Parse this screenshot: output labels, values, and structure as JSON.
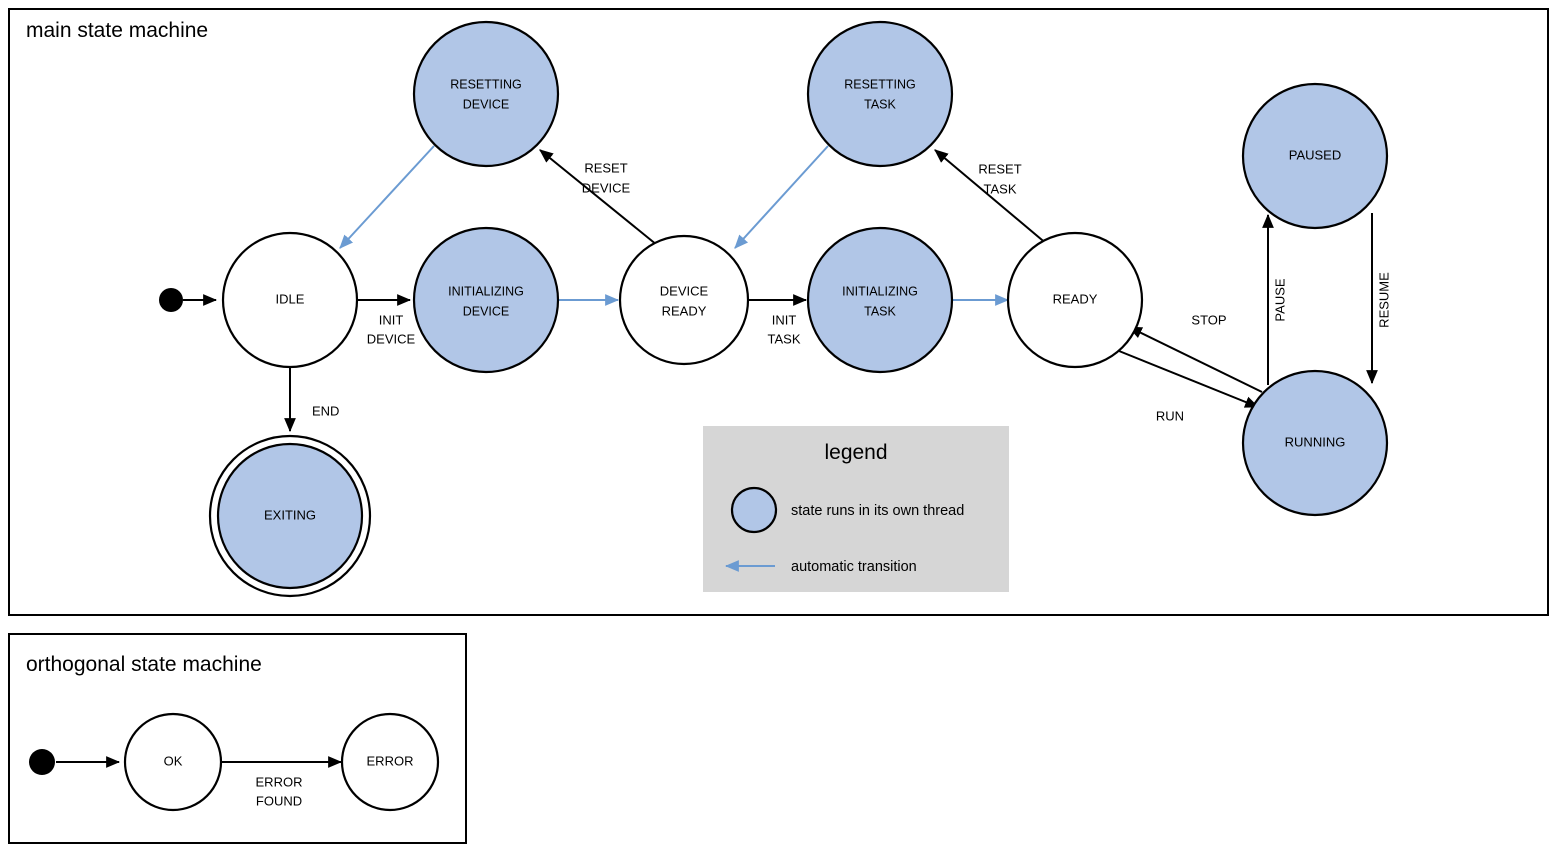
{
  "colors": {
    "thread_state_fill": "#b1c6e7",
    "plain_state_fill": "#ffffff",
    "stroke": "#000000",
    "auto_transition": "#6b9bd2",
    "legend_background": "#d6d6d6",
    "page_background": "#ffffff"
  },
  "main_machine": {
    "title": "main state machine",
    "states": [
      {
        "id": "idle",
        "label_line1": "IDLE",
        "label_line2": "",
        "thread": false,
        "final": false
      },
      {
        "id": "resetting-device",
        "label_line1": "RESETTING",
        "label_line2": "DEVICE",
        "thread": true,
        "final": false
      },
      {
        "id": "initializing-device",
        "label_line1": "INITIALIZING",
        "label_line2": "DEVICE",
        "thread": true,
        "final": false
      },
      {
        "id": "device-ready",
        "label_line1": "DEVICE",
        "label_line2": "READY",
        "thread": false,
        "final": false
      },
      {
        "id": "resetting-task",
        "label_line1": "RESETTING",
        "label_line2": "TASK",
        "thread": true,
        "final": false
      },
      {
        "id": "initializing-task",
        "label_line1": "INITIALIZING",
        "label_line2": "TASK",
        "thread": true,
        "final": false
      },
      {
        "id": "ready",
        "label_line1": "READY",
        "label_line2": "",
        "thread": false,
        "final": false
      },
      {
        "id": "paused",
        "label_line1": "PAUSED",
        "label_line2": "",
        "thread": true,
        "final": false
      },
      {
        "id": "running",
        "label_line1": "RUNNING",
        "label_line2": "",
        "thread": true,
        "final": false
      },
      {
        "id": "exiting",
        "label_line1": "EXITING",
        "label_line2": "",
        "thread": true,
        "final": true
      }
    ],
    "transitions": [
      {
        "id": "start-to-idle",
        "label_line1": "",
        "label_line2": "",
        "automatic": false
      },
      {
        "id": "idle-to-initializing-device",
        "label_line1": "INIT",
        "label_line2": "DEVICE",
        "automatic": false
      },
      {
        "id": "idle-to-exiting",
        "label_line1": "END",
        "label_line2": "",
        "automatic": false
      },
      {
        "id": "resetting-device-to-idle",
        "label_line1": "",
        "label_line2": "",
        "automatic": true
      },
      {
        "id": "initializing-device-to-device-ready",
        "label_line1": "",
        "label_line2": "",
        "automatic": true
      },
      {
        "id": "device-ready-to-resetting-device",
        "label_line1": "RESET",
        "label_line2": "DEVICE",
        "automatic": false
      },
      {
        "id": "device-ready-to-initializing-task",
        "label_line1": "INIT",
        "label_line2": "TASK",
        "automatic": false
      },
      {
        "id": "resetting-task-to-device-ready",
        "label_line1": "",
        "label_line2": "",
        "automatic": true
      },
      {
        "id": "initializing-task-to-ready",
        "label_line1": "",
        "label_line2": "",
        "automatic": true
      },
      {
        "id": "ready-to-resetting-task",
        "label_line1": "RESET",
        "label_line2": "TASK",
        "automatic": false
      },
      {
        "id": "ready-to-running",
        "label_line1": "RUN",
        "label_line2": "",
        "automatic": false
      },
      {
        "id": "running-to-ready",
        "label_line1": "STOP",
        "label_line2": "",
        "automatic": false
      },
      {
        "id": "running-to-paused",
        "label_line1": "PAUSE",
        "label_line2": "",
        "automatic": false
      },
      {
        "id": "paused-to-running",
        "label_line1": "RESUME",
        "label_line2": "",
        "automatic": false
      }
    ]
  },
  "legend": {
    "title": "legend",
    "thread_entry_label": "state runs in its own thread",
    "auto_entry_label": "automatic transition"
  },
  "orthogonal_machine": {
    "title": "orthogonal state machine",
    "states": [
      {
        "id": "ok",
        "label": "OK"
      },
      {
        "id": "error",
        "label": "ERROR"
      }
    ],
    "transitions": [
      {
        "id": "start-to-ok",
        "label_line1": "",
        "label_line2": ""
      },
      {
        "id": "ok-to-error",
        "label_line1": "ERROR",
        "label_line2": "FOUND"
      }
    ]
  }
}
